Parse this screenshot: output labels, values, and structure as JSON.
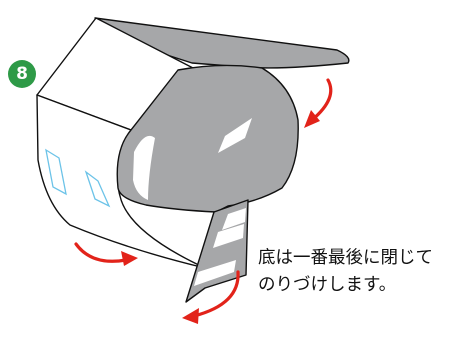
{
  "step": {
    "number": "8"
  },
  "instruction": {
    "line1": "底は一番最後に閉じて",
    "line2": "のりづけします。"
  },
  "colors": {
    "gray_fill": "#a6a7a9",
    "outline": "#111111",
    "arrow": "#e2231a",
    "window_outline": "#6cc3e8",
    "badge": "#2e9a47"
  }
}
